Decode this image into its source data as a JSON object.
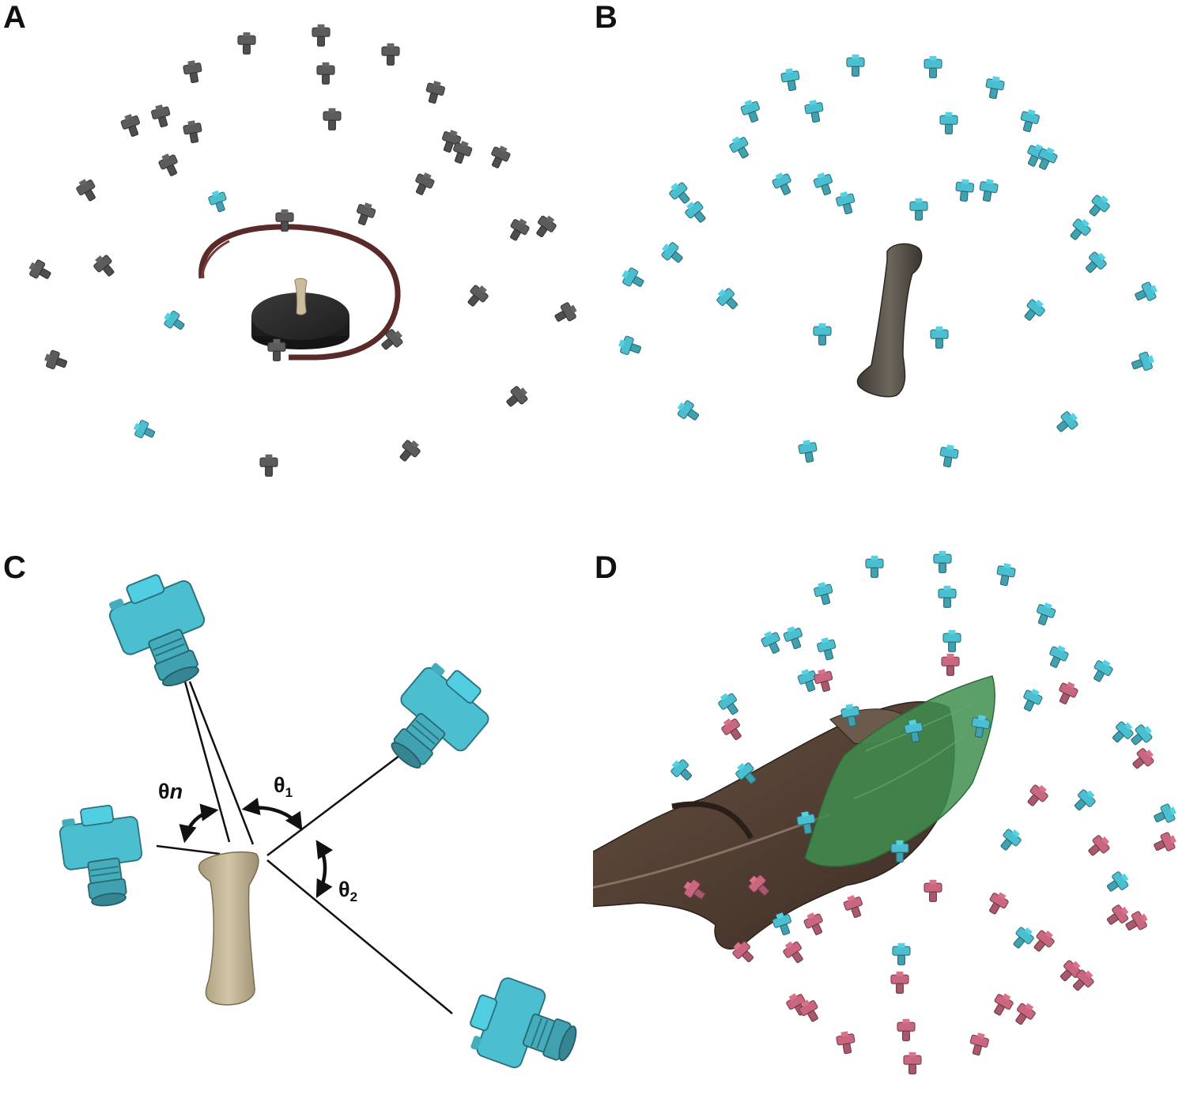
{
  "panels": [
    {
      "id": "A",
      "letter": "A"
    },
    {
      "id": "B",
      "letter": "B"
    },
    {
      "id": "C",
      "letter": "C"
    },
    {
      "id": "D",
      "letter": "D"
    }
  ],
  "angle_labels": {
    "theta_n_symbol": "θ",
    "theta_n_sub": "n",
    "theta_1_symbol": "θ",
    "theta_1_sub": "1",
    "theta_2_symbol": "θ",
    "theta_2_sub": "2"
  },
  "colors": {
    "camera_gray": "#5c5c5c",
    "camera_cyan": "#4bbfd0",
    "camera_pink": "#c8677f",
    "track_brown": "#5a2a2a",
    "turntable": "#2b2b2b",
    "bone": "#c9bb98",
    "bone_dark": "#5a5148",
    "fossil_brown": "#5a4438",
    "mesh_green": "#3f8e4f"
  }
}
